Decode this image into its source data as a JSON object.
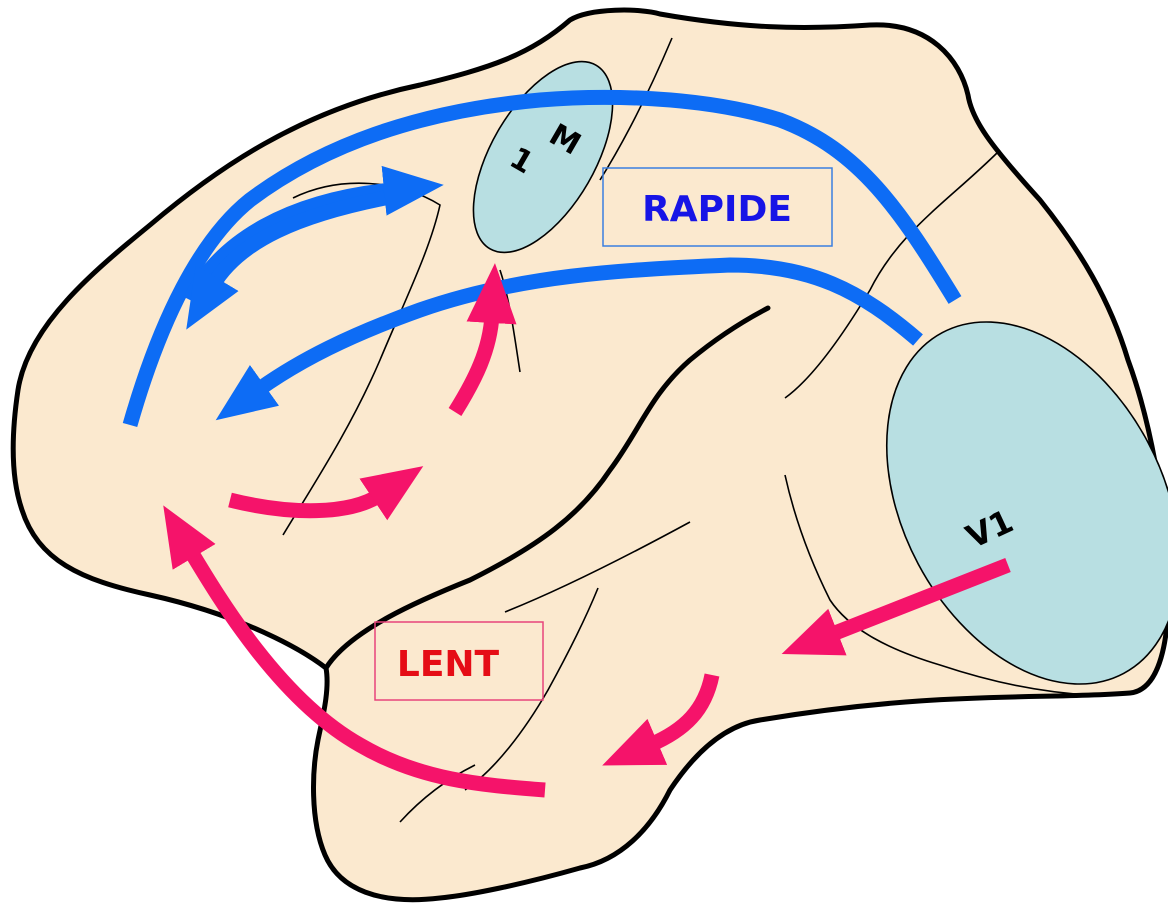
{
  "labels": {
    "m1_line1": "M",
    "m1_line2": "1",
    "v1": "V1",
    "fast": "RAPIDE",
    "slow": "LENT"
  },
  "colors": {
    "brain_fill": "#fbe9cf",
    "region_fill": "#b8dfe2",
    "fast_pathway": "#0d6cf5",
    "slow_pathway": "#f5136a",
    "fast_label_text": "#1714e6",
    "slow_label_text": "#e50d16",
    "fast_box_border": "#3a7fe0",
    "slow_box_border": "#e8447c"
  }
}
